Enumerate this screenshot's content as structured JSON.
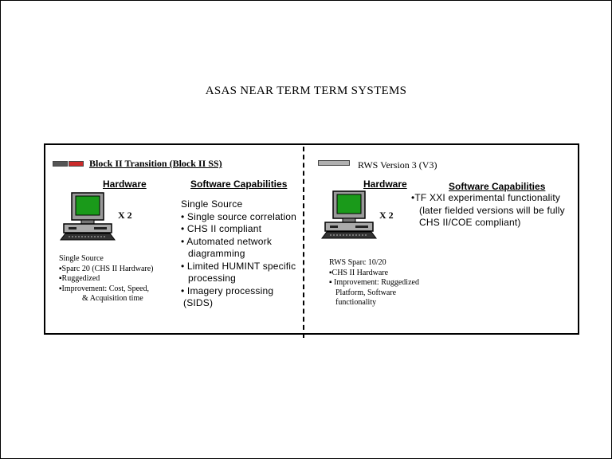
{
  "slide": {
    "title": "ASAS NEAR TERM TERM SYSTEMS"
  },
  "left": {
    "legend_label": "Block II Transition (Block II SS)",
    "legend_colors": [
      "#555555",
      "#cc2a2a"
    ],
    "hardware_heading": "Hardware",
    "software_heading": "Software Capabilities",
    "multiplier": "X 2",
    "hardware_details": [
      "Single Source",
      "▪Sparc 20 (CHS II Hardware)",
      "▪Ruggedized",
      "▪Improvement: Cost, Speed,",
      "& Acquisition time"
    ],
    "software_lines": [
      "Single Source",
      "•  Single source correlation",
      "•  CHS II compliant",
      "•  Automated network",
      "diagramming",
      "•  Limited HUMINT specific",
      "processing",
      "•  Imagery processing",
      "(SIDS)"
    ]
  },
  "right": {
    "legend_label": "RWS Version 3 (V3)",
    "legend_colors": [
      "#b0b0b0"
    ],
    "hardware_heading": "Hardware",
    "software_heading": "Software Capabilities",
    "multiplier": "X 2",
    "software_lines": [
      "•TF XXI experimental functionality",
      "(later fielded versions will be fully",
      "CHS II/COE compliant)"
    ],
    "hardware_details": [
      "RWS Sparc 10/20",
      "▪CHS II Hardware",
      "▪  Improvement: Ruggedized",
      "Platform, Software",
      "functionality"
    ]
  },
  "icons": {
    "computer": "computer-workstation-icon",
    "screen_color": "#1a9a1a"
  }
}
